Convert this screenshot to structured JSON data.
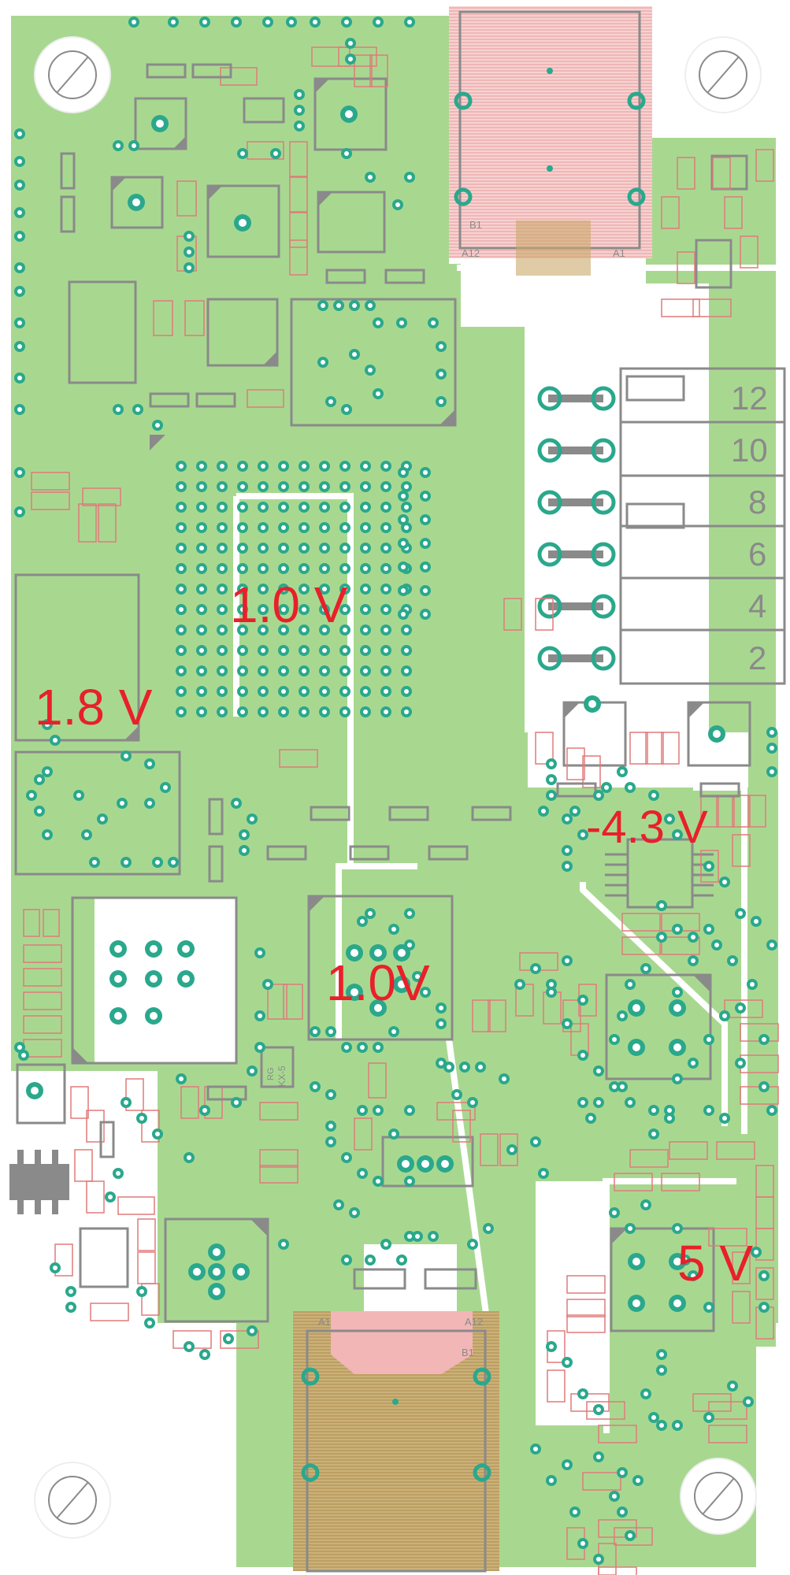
{
  "colors": {
    "copper": "#a8d890",
    "copper_dark": "#8cc878",
    "via_ring": "#2aa88c",
    "via_hole": "#ffffff",
    "silk": "#8a8a8a",
    "pad_outline": "#e07a7a",
    "usb_hatch": "#f2b6b6",
    "label_red": "#e8202a"
  },
  "voltage_labels": {
    "core_1v0_top": "1.0 V",
    "io_1v8": "1.8 V",
    "core_1v0_mid": "1.0V",
    "neg_4v3": "-4.3 V",
    "supply_5v": "5 V"
  },
  "connector_numbers": [
    "12",
    "10",
    "8",
    "6",
    "4",
    "2"
  ],
  "usb_top": {
    "left_label": "B1",
    "bottom_left": "A12",
    "bottom_right": "A1"
  },
  "usb_bottom": {
    "top_left": "A1",
    "top_right": "A12",
    "side_label": "B1"
  },
  "component_labels": {
    "rg_label": "RG",
    "part_label": "KX-5"
  },
  "icons": {
    "mounting_hole": "mounting-hole-icon",
    "via": "via-icon"
  }
}
